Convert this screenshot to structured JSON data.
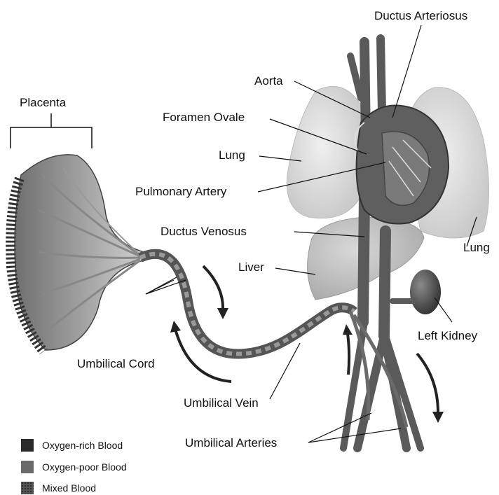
{
  "labels": {
    "placenta": "Placenta",
    "ductus_arteriosus": "Ductus Arteriosus",
    "aorta": "Aorta",
    "foramen_ovale": "Foramen Ovale",
    "lung_left": "Lung",
    "pulmonary_artery": "Pulmonary Artery",
    "ductus_venosus": "Ductus Venosus",
    "liver": "Liver",
    "lung_right": "Lung",
    "left_kidney": "Left Kidney",
    "umbilical_cord": "Umbilical Cord",
    "umbilical_vein": "Umbilical Vein",
    "umbilical_arteries": "Umbilical Arteries"
  },
  "legend": [
    {
      "label": "Oxygen-rich Blood",
      "color": "#2a2a2a",
      "pattern": "solid"
    },
    {
      "label": "Oxygen-poor Blood",
      "color": "#6a6a6a",
      "pattern": "solid"
    },
    {
      "label": "Mixed Blood",
      "color": "#3c3c3c",
      "pattern": "dotted"
    }
  ],
  "colors": {
    "oxygen_rich": "#2a2a2a",
    "oxygen_poor": "#6a6a6a",
    "organ_light": "#d9d9d9",
    "organ_mid": "#bdbdbd",
    "leader": "#111111"
  }
}
